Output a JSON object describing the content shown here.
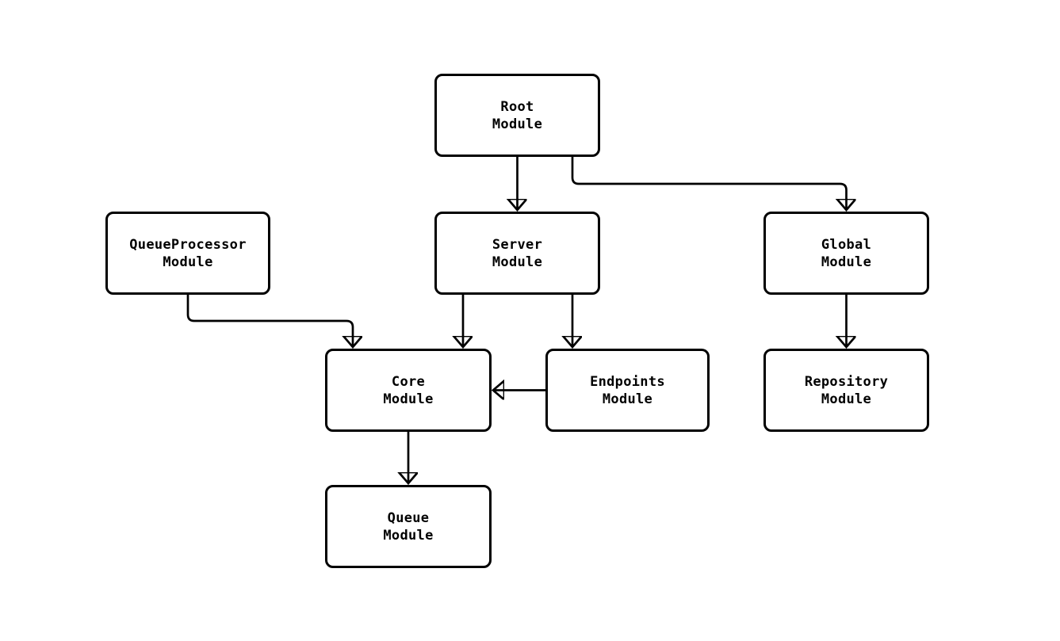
{
  "diagram": {
    "type": "flowchart",
    "background_color": "#ffffff",
    "stroke_color": "#000000",
    "node_fill_color": "#ffffff",
    "text_color": "#000000",
    "nodes": [
      {
        "id": "root",
        "line1": "Root",
        "line2": "Module"
      },
      {
        "id": "queueprocessor",
        "line1": "QueueProcessor",
        "line2": "Module"
      },
      {
        "id": "server",
        "line1": "Server",
        "line2": "Module"
      },
      {
        "id": "global",
        "line1": "Global",
        "line2": "Module"
      },
      {
        "id": "core",
        "line1": "Core",
        "line2": "Module"
      },
      {
        "id": "endpoints",
        "line1": "Endpoints",
        "line2": "Module"
      },
      {
        "id": "repository",
        "line1": "Repository",
        "line2": "Module"
      },
      {
        "id": "queue",
        "line1": "Queue",
        "line2": "Module"
      }
    ],
    "edges": [
      {
        "from": "Root Module",
        "to": "Server Module"
      },
      {
        "from": "Root Module",
        "to": "Global Module"
      },
      {
        "from": "QueueProcessor Module",
        "to": "Core Module"
      },
      {
        "from": "Server Module",
        "to": "Core Module"
      },
      {
        "from": "Server Module",
        "to": "Endpoints Module"
      },
      {
        "from": "Endpoints Module",
        "to": "Core Module"
      },
      {
        "from": "Global Module",
        "to": "Repository Module"
      },
      {
        "from": "Core Module",
        "to": "Queue Module"
      }
    ]
  }
}
